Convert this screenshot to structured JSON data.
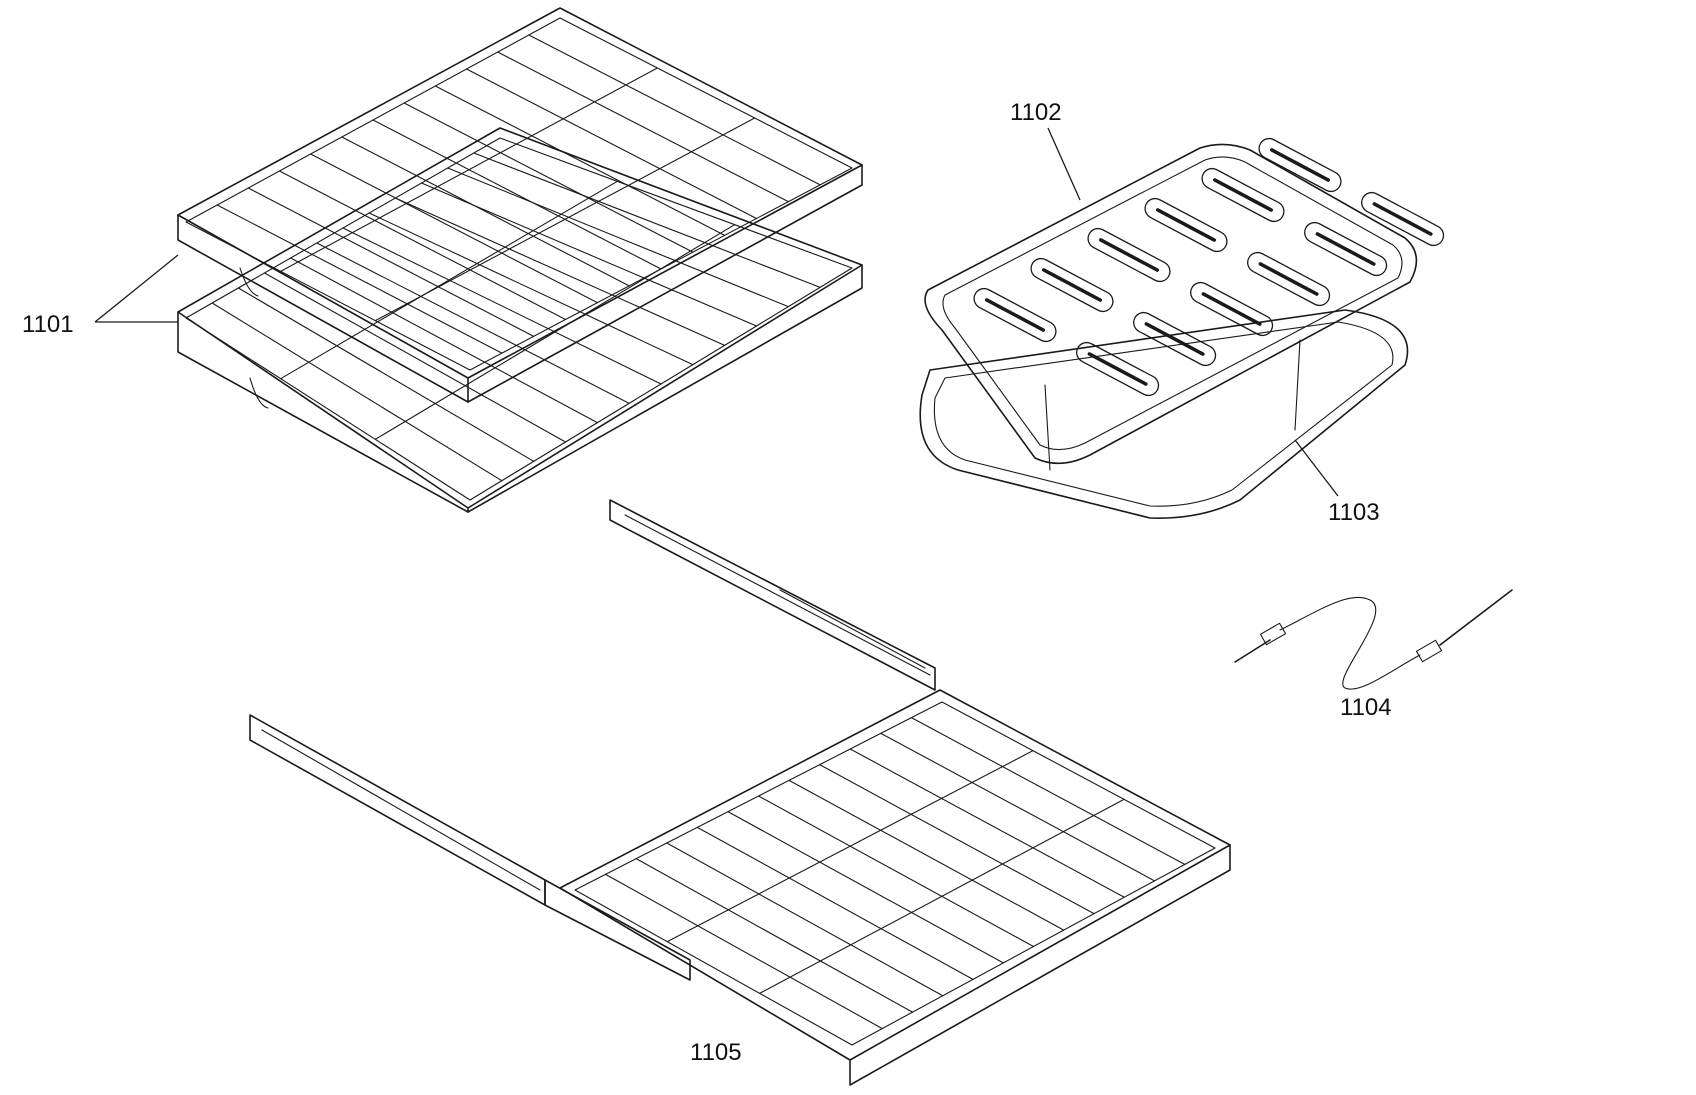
{
  "labels": {
    "rack": "1101",
    "broiler_grid": "1102",
    "broiler_pan": "1103",
    "probe": "1104",
    "rolling_rack": "1105"
  }
}
